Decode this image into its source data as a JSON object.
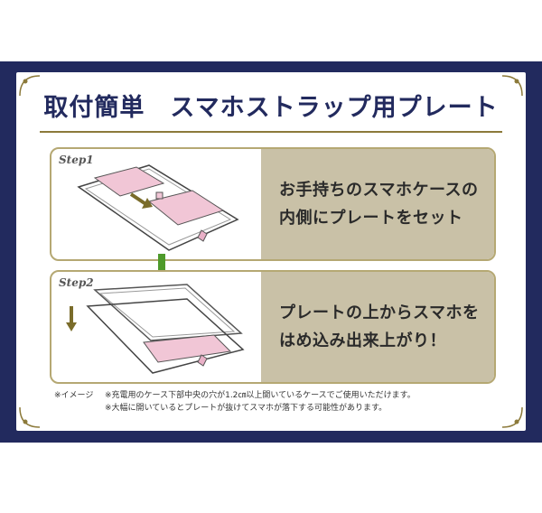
{
  "title": "取付簡単　スマホストラップ用プレート",
  "colors": {
    "frame": "#222a5e",
    "accent": "#8c7a3a",
    "step_border": "#b5a873",
    "text_panel": "#c9c1a7",
    "plate": "#f1c6d6",
    "arrow_green": "#4e9a2b",
    "arrow_olive": "#7a6c2a"
  },
  "steps": [
    {
      "label": "Step1",
      "lines": [
        "お手持ちのスマホケースの",
        "内側にプレートをセット"
      ]
    },
    {
      "label": "Step2",
      "lines": [
        "プレートの上からスマホを",
        "はめ込み出来上がり！"
      ]
    }
  ],
  "notes": {
    "image_note": "※イメージ",
    "lines": [
      "※充電用のケース下部中央の穴が1.2㎝以上開いているケースでご使用いただけます。",
      "※大幅に開いているとプレートが抜けてスマホが落下する可能性があります。"
    ]
  }
}
